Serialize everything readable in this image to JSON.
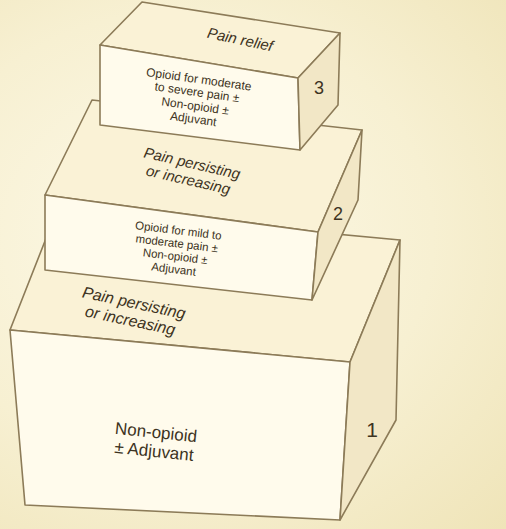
{
  "diagram": {
    "nodes": [
      {
        "text": [
          "Pain relief",
          "Opioid for moderate to severe pain ± Non-opioid ± Adjuvant",
          "3"
        ]
      },
      {
        "text": [
          "Pain persisting or increasing",
          "Opioid for mild to moderate pain ± Non-opioid ± Adjuvant",
          "2"
        ]
      },
      {
        "text": [
          "Pain persisting or increasing",
          "Non-opioid ± Adjuvant",
          "1"
        ]
      }
    ]
  }
}
